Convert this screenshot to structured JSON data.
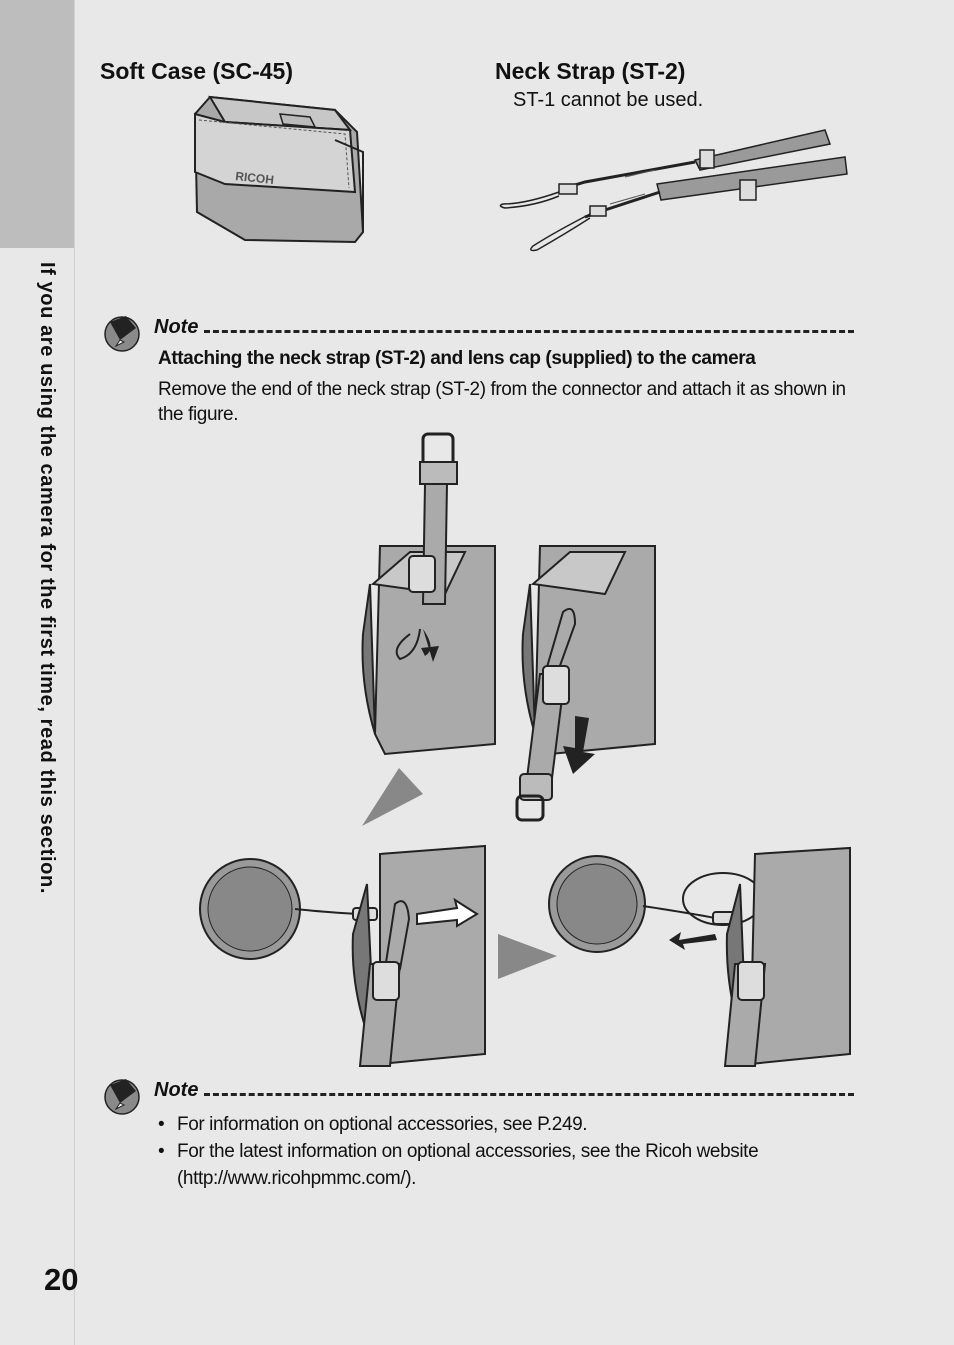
{
  "sidebar": {
    "chapter_text": "If you are using the camera for the first time, read this section."
  },
  "soft_case": {
    "title": "Soft Case (SC-45)",
    "logo_text": "RICOH"
  },
  "neck_strap": {
    "title": "Neck Strap (ST-2)",
    "subtitle": "ST-1 cannot be used."
  },
  "note1": {
    "label": "Note",
    "heading": "Attaching the neck strap (ST-2) and lens cap (supplied) to the camera",
    "body": "Remove the end of the neck strap (ST-2) from the connector and attach it as shown in the figure."
  },
  "note2": {
    "label": "Note",
    "bullets": [
      "For information on optional accessories, see P.249.",
      "For the latest information on optional accessories, see the Ricoh website (http://www.ricohpmmc.com/)."
    ]
  },
  "page_number": "20",
  "colors": {
    "page_bg": "#e8e8e8",
    "side_tab": "#bdbdbd",
    "arrow_gray": "#888888"
  }
}
